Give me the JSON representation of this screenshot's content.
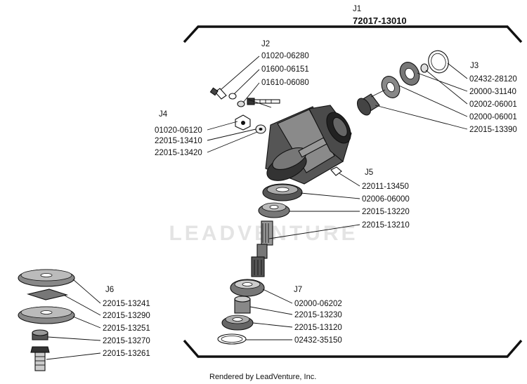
{
  "assembly": {
    "group": "J1",
    "number": "72017-13010"
  },
  "groups": [
    {
      "id": "g-j2",
      "label": "J2"
    },
    {
      "id": "g-j3",
      "label": "J3"
    },
    {
      "id": "g-j4",
      "label": "J4"
    },
    {
      "id": "g-j5",
      "label": "J5"
    },
    {
      "id": "g-j6",
      "label": "J6"
    },
    {
      "id": "g-j7",
      "label": "J7"
    }
  ],
  "parts": [
    "01020-06280",
    "01600-06151",
    "01610-06080",
    "01020-06120",
    "22015-13410",
    "22015-13420",
    "02432-28120",
    "20000-31140",
    "02002-06001",
    "02000-06001",
    "22015-13390",
    "22011-13450",
    "02006-06000",
    "22015-13220",
    "22015-13210",
    "02000-06202",
    "22015-13230",
    "22015-13120",
    "02432-35150",
    "22015-13241",
    "22015-13290",
    "22015-13251",
    "22015-13270",
    "22015-13261"
  ],
  "watermark": "LEADVENTURE",
  "footer": "Rendered by LeadVenture, Inc."
}
